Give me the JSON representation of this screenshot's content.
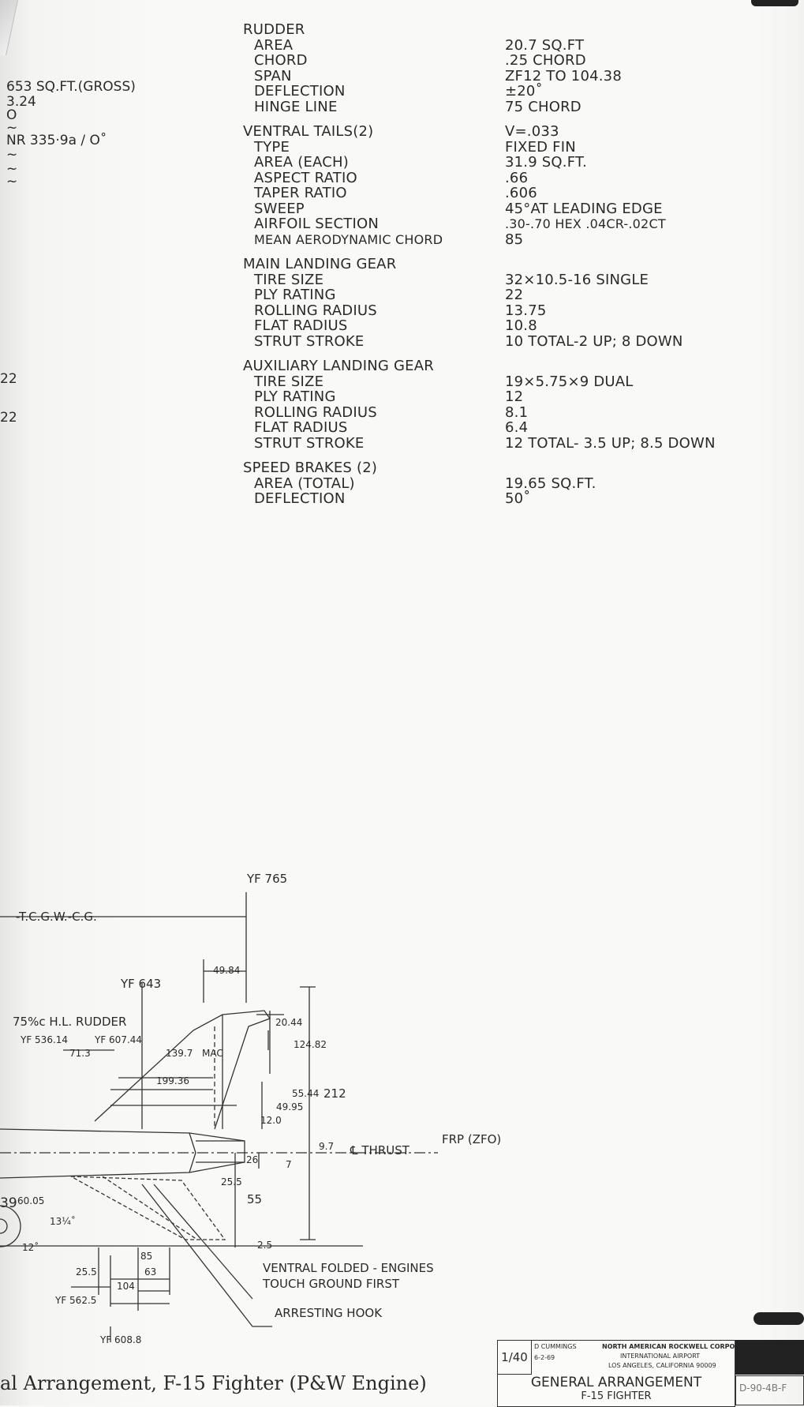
{
  "left_fragments": {
    "wing_area": "653 SQ.FT.(GROSS)",
    "aspect_ratio": "3.24",
    "zero": "O",
    "tilde1": "~",
    "airfoil": "NR 335·9a / O˚",
    "tilde2": "~",
    "tilde3": "~",
    "tilde4": "~",
    "frag22a": "22",
    "frag22b": "22",
    "frag39": "39"
  },
  "rudder": {
    "header": "RUDDER",
    "rows": [
      {
        "label": "AREA",
        "value": "20.7 SQ.FT"
      },
      {
        "label": "CHORD",
        "value": ".25 CHORD"
      },
      {
        "label": "SPAN",
        "value": "ZF12 TO 104.38"
      },
      {
        "label": "DEFLECTION",
        "value": "±20˚"
      },
      {
        "label": "HINGE LINE",
        "value": "75 CHORD"
      }
    ]
  },
  "ventral_tails": {
    "header": "VENTRAL TAILS(2)",
    "header_value": "V=.033",
    "rows": [
      {
        "label": "TYPE",
        "value": "FIXED FIN"
      },
      {
        "label": "AREA (EACH)",
        "value": "31.9 SQ.FT."
      },
      {
        "label": "ASPECT RATIO",
        "value": ".66"
      },
      {
        "label": "TAPER RATIO",
        "value": ".606"
      },
      {
        "label": "SWEEP",
        "value": "45°AT LEADING EDGE"
      },
      {
        "label": "AIRFOIL SECTION",
        "value": ".30-.70 HEX .04CR-.02CT"
      },
      {
        "label": "MEAN AERODYNAMIC CHORD",
        "value": "85"
      }
    ]
  },
  "main_landing_gear": {
    "header": "MAIN LANDING GEAR",
    "rows": [
      {
        "label": "TIRE SIZE",
        "value": "32×10.5-16 SINGLE"
      },
      {
        "label": "PLY RATING",
        "value": "22"
      },
      {
        "label": "ROLLING RADIUS",
        "value": "13.75"
      },
      {
        "label": "FLAT RADIUS",
        "value": "10.8"
      },
      {
        "label": "STRUT STROKE",
        "value": "10 TOTAL-2 UP; 8 DOWN"
      }
    ]
  },
  "auxiliary_landing_gear": {
    "header": "AUXILIARY LANDING GEAR",
    "rows": [
      {
        "label": "TIRE SIZE",
        "value": "19×5.75×9 DUAL"
      },
      {
        "label": "PLY RATING",
        "value": "12"
      },
      {
        "label": "ROLLING RADIUS",
        "value": "8.1"
      },
      {
        "label": "FLAT RADIUS",
        "value": "6.4"
      },
      {
        "label": "STRUT STROKE",
        "value": "12 TOTAL- 3.5 UP; 8.5 DOWN"
      }
    ]
  },
  "speed_brakes": {
    "header": "SPEED BRAKES (2)",
    "rows": [
      {
        "label": "AREA (TOTAL)",
        "value": "19.65 SQ.FT."
      },
      {
        "label": "DEFLECTION",
        "value": "50˚"
      }
    ]
  },
  "drawing_labels": {
    "yf765": "YF 765",
    "tcgw": "-T.C.G.W.-C.G.",
    "dim4984": "49.84",
    "yf643": "YF 643",
    "rudder_hl": "75%c H.L. RUDDER",
    "dim2044": "20.44",
    "dim12482": "124.82",
    "yf53614": "YF 536.14",
    "yf60744": "YF 607.44",
    "dim713": "71.3",
    "dim1397": "139.7",
    "mac": "MAC",
    "dim19936": "199.36",
    "dim5544": "55.44",
    "dim212": "212",
    "dim4995": "49.95",
    "dim120": "12.0",
    "dim97": "9.7",
    "thrust": "℄ THRUST",
    "frp": "FRP (ZFO)",
    "dim26": "26",
    "dim7": "7",
    "dim255": "25.5",
    "dim55": "55",
    "dim6005": "60.05",
    "dim13": "13¼˚",
    "dim12deg": "12˚",
    "dim85": "85",
    "dim63": "63",
    "dim25_5": "25.5",
    "dim104": "104",
    "dim25": "2.5",
    "ventral_note_1": "VENTRAL FOLDED - ENGINES",
    "ventral_note_2": "TOUCH GROUND FIRST",
    "arresting_hook": "ARRESTING HOOK",
    "yf5625": "YF 562.5",
    "yf6088": "YF 608.8"
  },
  "caption": "al Arrangement, F-15 Fighter (P&W Engine)",
  "title_block": {
    "scale": "1/40",
    "drawn_by": "D CUMMINGS",
    "date": "6-2-69",
    "company": "NORTH AMERICAN ROCKWELL CORPORATION",
    "company_sub1": "INTERNATIONAL AIRPORT",
    "company_sub2": "LOS ANGELES, CALIFORNIA 90009",
    "title": "GENERAL ARRANGEMENT",
    "subtitle": "F-15 FIGHTER",
    "dwg_no": "D-90-4B-F"
  }
}
